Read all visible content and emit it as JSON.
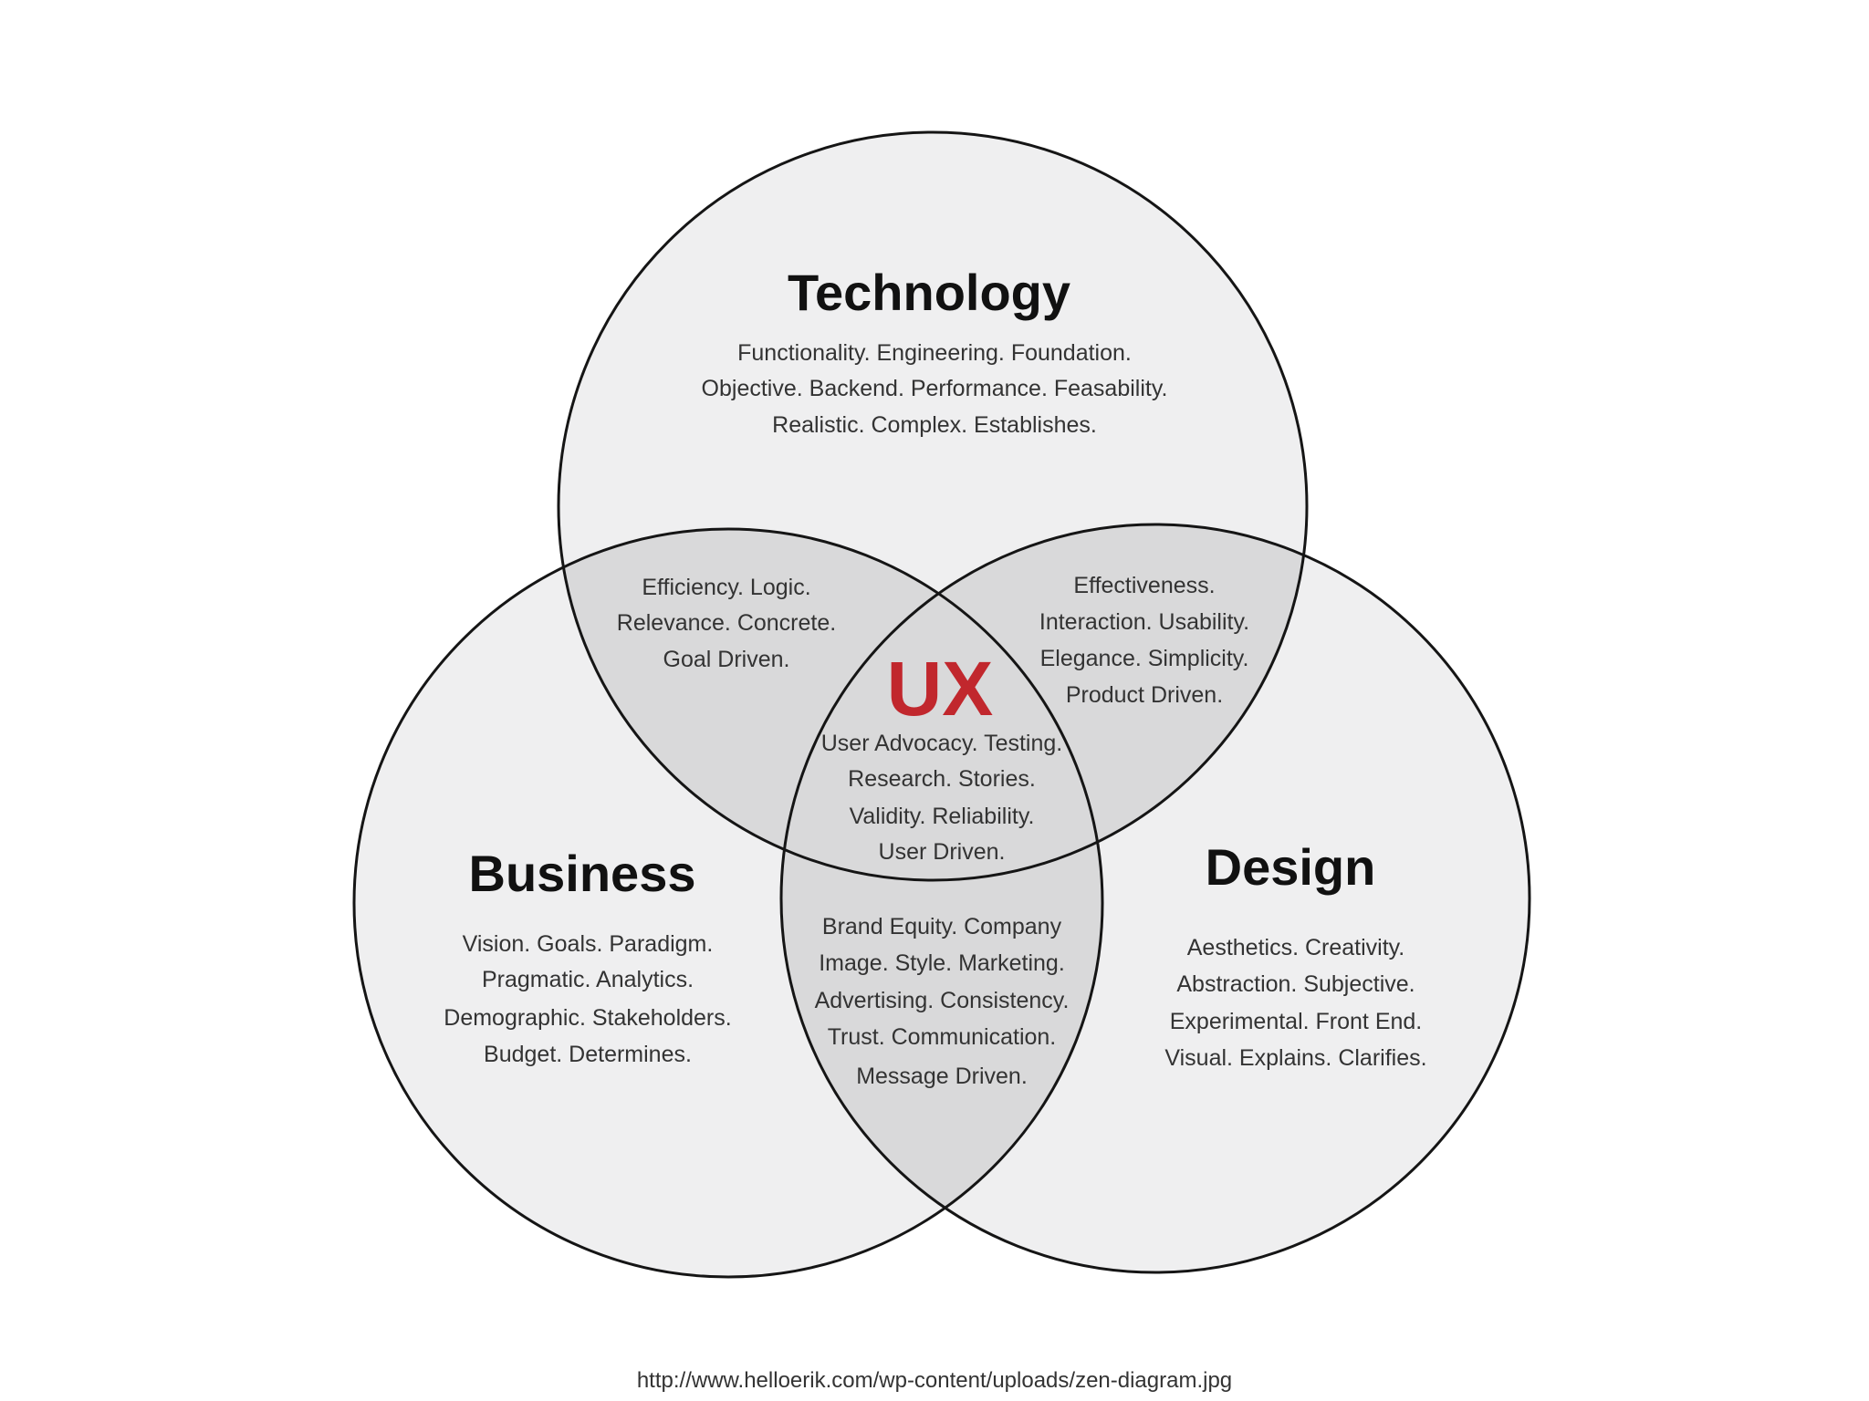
{
  "sets": {
    "technology": {
      "title": "Technology",
      "lines": [
        "Functionality. Engineering. Foundation.",
        "Objective. Backend. Performance. Feasability.",
        "Realistic. Complex. Establishes."
      ]
    },
    "business": {
      "title": "Business",
      "lines": [
        "Vision. Goals. Paradigm.",
        "Pragmatic.  Analytics.",
        "Demographic. Stakeholders.",
        "Budget.  Determines."
      ]
    },
    "design": {
      "title": "Design",
      "lines": [
        "Aesthetics. Creativity.",
        "Abstraction. Subjective.",
        "Experimental. Front End.",
        "Visual. Explains. Clarifies."
      ]
    }
  },
  "overlaps": {
    "technology_business": {
      "lines": [
        "Efficiency. Logic.",
        "Relevance. Concrete.",
        "Goal Driven."
      ]
    },
    "technology_design": {
      "lines": [
        "Effectiveness.",
        "Interaction. Usability.",
        "Elegance. Simplicity.",
        "Product Driven."
      ]
    },
    "business_design": {
      "lines": [
        "Brand Equity. Company",
        "Image. Style. Marketing.",
        "Advertising. Consistency.",
        "Trust. Communication.",
        "Message Driven."
      ]
    },
    "center": {
      "title": "UX",
      "lines": [
        "User Advocacy. Testing.",
        "Research. Stories.",
        "Validity. Reliability.",
        "User Driven."
      ]
    }
  },
  "footer_url": "http://www.helloerik.com/wp-content/uploads/zen-diagram.jpg",
  "colors": {
    "circle_fill": "#efeff0",
    "overlap_fill": "#d9d9da",
    "outline": "#151515",
    "ux_accent": "#c1272d"
  }
}
